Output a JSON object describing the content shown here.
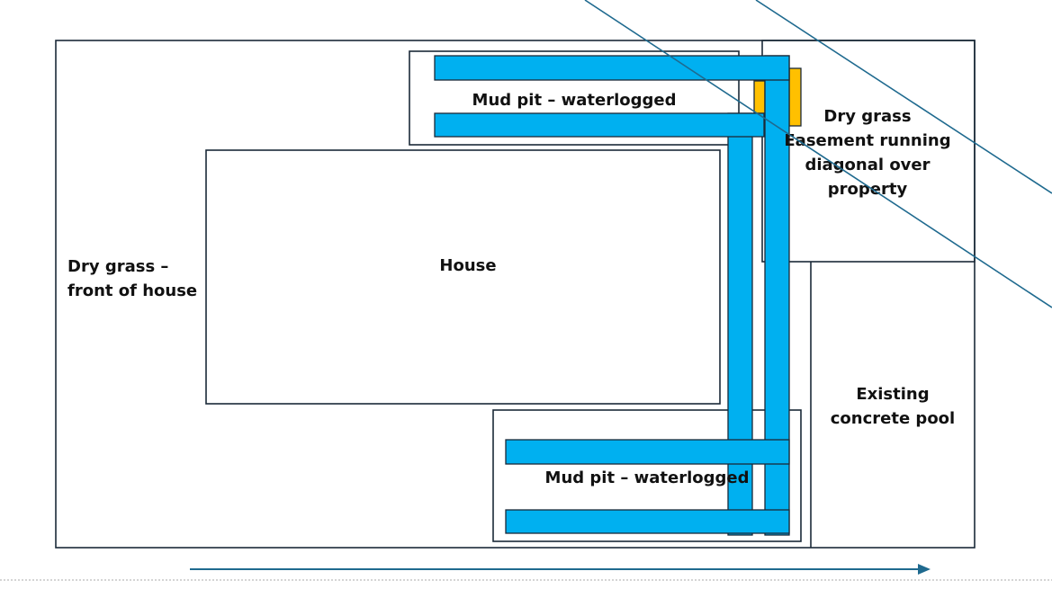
{
  "labels": {
    "mud_pit_top": "Mud pit – waterlogged",
    "mud_pit_bottom": "Mud pit – waterlogged",
    "dry_grass_easement": [
      "Dry grass",
      "Easement running",
      "diagonal over",
      "property"
    ],
    "front_grass": [
      "Dry grass –",
      "front of house"
    ],
    "house": "House",
    "pool": [
      "Existing",
      "concrete pool"
    ]
  },
  "colors": {
    "pipe": "#00b0f0",
    "marker": "#ffc000",
    "easement_line": "#1f6a8f",
    "outline": "#1b2a38"
  }
}
